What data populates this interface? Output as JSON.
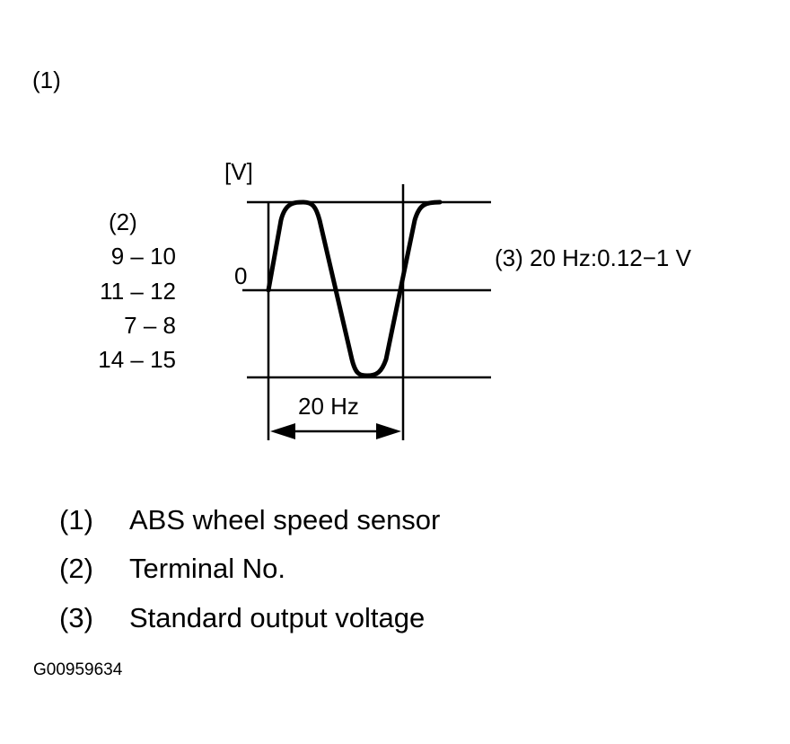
{
  "figure_label": "(1)",
  "y_unit": "[V]",
  "zero_label": "0",
  "terminals_heading": "(2)",
  "terminals": [
    "9 – 10",
    "11 – 12",
    "7 – 8",
    "14 – 15"
  ],
  "period_label": "20 Hz",
  "spec_label": "(3) 20 Hz:0.12−1 V",
  "legend": [
    {
      "num": "(1)",
      "text": "ABS wheel speed sensor"
    },
    {
      "num": "(2)",
      "text": "Terminal No."
    },
    {
      "num": "(3)",
      "text": "Standard output voltage"
    }
  ],
  "figure_id": "G00959634"
}
